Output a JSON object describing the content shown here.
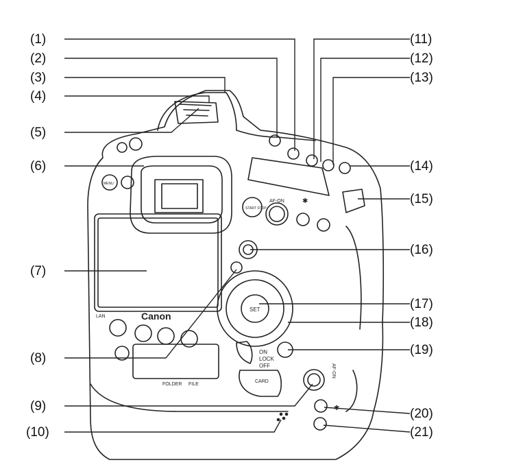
{
  "callouts": {
    "c1": "(1)",
    "c2": "(2)",
    "c3": "(3)",
    "c4": "(4)",
    "c5": "(5)",
    "c6": "(6)",
    "c7": "(7)",
    "c8": "(8)",
    "c9": "(9)",
    "c10": "(10)",
    "c11": "(11)",
    "c12": "(12)",
    "c13": "(13)",
    "c14": "(14)",
    "c15": "(15)",
    "c16": "(16)",
    "c17": "(17)",
    "c18": "(18)",
    "c19": "(19)",
    "c20": "(20)",
    "c21": "(21)"
  },
  "camera": {
    "brand": "Canon",
    "menu_label": "MENU",
    "lan_label": "LAN",
    "start_stop_label": "START STOP",
    "af_on_label": "AF-ON",
    "set_label": "SET",
    "on_label": "ON",
    "lock_label": "LOCK",
    "off_label": "OFF",
    "card_label": "CARD",
    "folder_label": "FOLDER",
    "file_label": "FILE",
    "af_on_side_label": "AF-ON",
    "star_label": "✱"
  }
}
